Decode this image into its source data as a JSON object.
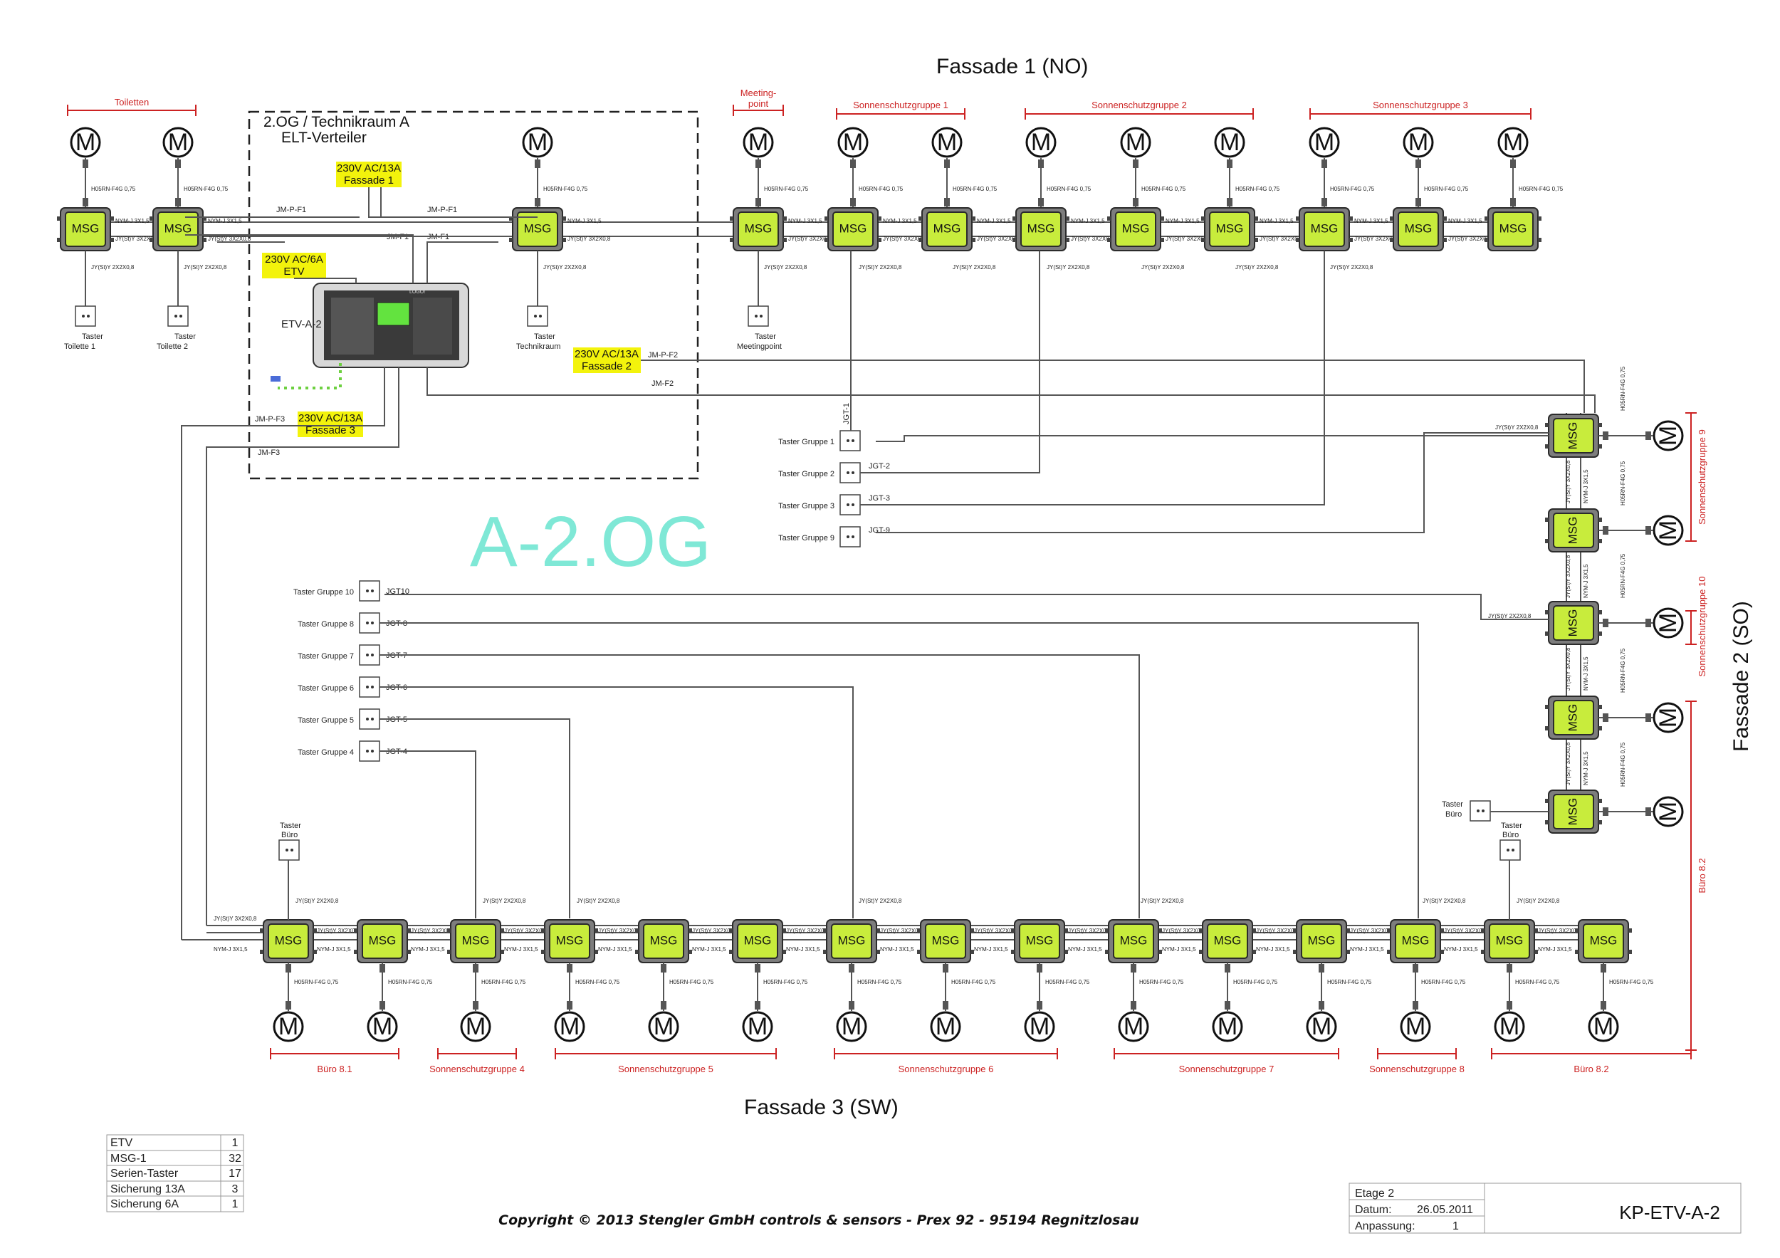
{
  "title": "A-2.OG",
  "facades": {
    "f1": "Fassade 1 (NO)",
    "f2": "Fassade 2 (SO)",
    "f3": "Fassade 3 (SW)"
  },
  "elt": {
    "line1": "2.OG / Technikraum A",
    "line2": "ELT-Verteiler",
    "device": "ETV-A-2"
  },
  "power": [
    {
      "l1": "230V AC/13A",
      "l2": "Fassade 1"
    },
    {
      "l1": "230V AC/6A",
      "l2": "ETV"
    },
    {
      "l1": "230V AC/13A",
      "l2": "Fassade 2"
    },
    {
      "l1": "230V AC/13A",
      "l2": "Fassade 3"
    }
  ],
  "cables": {
    "jmpf1": "JM-P-F1",
    "jmf1": "JM-F1",
    "jmpf2": "JM-P-F2",
    "jmf2": "JM-F2",
    "jmpf3": "JM-P-F3",
    "jmf3": "JM-F3",
    "nym": "NYM-J 3X1,5",
    "jy3": "JY(St)Y 3X2X0,8",
    "jy2": "JY(St)Y 2X2X0,8",
    "h05": "H05RN-F4G 0,75",
    "jgt1": "JGT-1",
    "jgt2": "JGT-2",
    "jgt3": "JGT-3",
    "jgt9": "JGT-9",
    "jgt10": "JGT10",
    "jgt8": "JGT-8",
    "jgt7": "JGT-7",
    "jgt6": "JGT-6",
    "jgt5": "JGT-5",
    "jgt4": "JGT-4"
  },
  "msg_label": "MSG",
  "motor_label": "M",
  "top_groups": [
    "Toiletten",
    "Meeting-",
    "point",
    "Sonnenschutzgruppe 1",
    "Sonnenschutzgruppe 2",
    "Sonnenschutzgruppe 3"
  ],
  "bottom_groups": [
    "Büro 8.1",
    "Sonnenschutzgruppe 4",
    "Sonnenschutzgruppe 5",
    "Sonnenschutzgruppe 6",
    "Sonnenschutzgruppe 7",
    "Sonnenschutzgruppe 8",
    "Büro 8.2"
  ],
  "right_groups": [
    "Sonnenschutzgruppe 9",
    "Sonnenschutzgruppe 10",
    "Büro 8.2"
  ],
  "top_tasters": [
    {
      "l1": "Taster",
      "l2": "Toilette 1"
    },
    {
      "l1": "Taster",
      "l2": "Toilette 2"
    },
    {
      "l1": "Taster",
      "l2": "Technikraum"
    },
    {
      "l1": "Taster",
      "l2": "Meetingpoint"
    }
  ],
  "group_tasters_a": [
    "Taster Gruppe 1",
    "Taster Gruppe 2",
    "Taster Gruppe 3",
    "Taster Gruppe 9"
  ],
  "group_tasters_b": [
    "Taster Gruppe 10",
    "Taster Gruppe 8",
    "Taster Gruppe 7",
    "Taster Gruppe 6",
    "Taster Gruppe 5",
    "Taster Gruppe 4"
  ],
  "taster_buero": {
    "l1": "Taster",
    "l2": "Büro"
  },
  "parts_table": [
    {
      "name": "ETV",
      "qty": "1"
    },
    {
      "name": "MSG-1",
      "qty": "32"
    },
    {
      "name": "Serien-Taster",
      "qty": "17"
    },
    {
      "name": "Sicherung 13A",
      "qty": "3"
    },
    {
      "name": "Sicherung 6A",
      "qty": "1"
    }
  ],
  "copyright": "Copyright © 2013 Stengler GmbH controls & sensors - Prex 92 - 95194 Regnitzlosau",
  "title_block": {
    "etage": "Etage 2",
    "datum_label": "Datum:",
    "datum": "26.05.2011",
    "anpassung_label": "Anpassung:",
    "anpassung": "1",
    "code": "KP-ETV-A-2"
  },
  "colors": {
    "msg": "#c8ec3c",
    "power": "#f3f30c",
    "group": "#cc2222",
    "title": "#7fe8d6"
  }
}
